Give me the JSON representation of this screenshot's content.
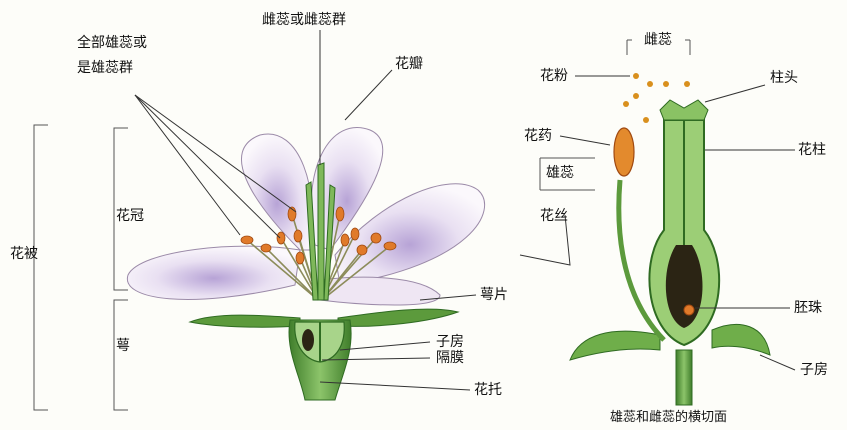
{
  "labels": {
    "all_stamens": "全部雄蕊或",
    "all_stamens_2": "是雄蕊群",
    "pistil_or_gynoecium": "雌蕊或雌蕊群",
    "petal": "花瓣",
    "corolla": "花冠",
    "perianth": "花被",
    "calyx": "萼",
    "sepal": "萼片",
    "ovary_left": "子房",
    "septum": "隔膜",
    "receptacle": "花托",
    "pistil_top": "雌蕊",
    "pollen": "花粉",
    "stigma": "柱头",
    "anther": "花药",
    "style": "花柱",
    "stamen": "雄蕊",
    "filament": "花丝",
    "ovule": "胚珠",
    "ovary_right": "子房",
    "caption": "雄蕊和雌蕊的横切面"
  },
  "colors": {
    "petal_fill": "#f4eef6",
    "petal_shade": "#b9a0d2",
    "stem_green": "#6fae4a",
    "dark_green": "#2f6b22",
    "anther_orange": "#e07a2a",
    "pollen_orange": "#d9901e",
    "ovary_cavity": "#2b2414",
    "line": "#333333"
  }
}
